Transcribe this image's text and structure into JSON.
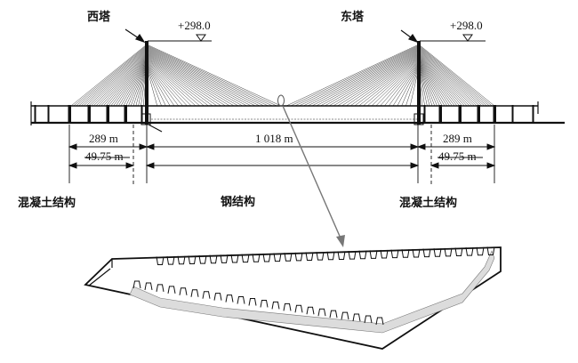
{
  "towers": {
    "west": "西塔",
    "east": "东塔"
  },
  "elevations": {
    "west": "+298.0",
    "east": "+298.0"
  },
  "dimensions": {
    "side_span_left": "289 m",
    "side_span_right": "289 m",
    "main_span": "1 018 m",
    "sub_span_left": "49.75 m",
    "sub_span_right": "49.75 m"
  },
  "segments": {
    "left": "混凝土结构",
    "middle": "钢结构",
    "right": "混凝土结构"
  },
  "colors": {
    "line": "#1a1a1a",
    "pointer": "#777777",
    "fill": "#d9d9d9"
  }
}
